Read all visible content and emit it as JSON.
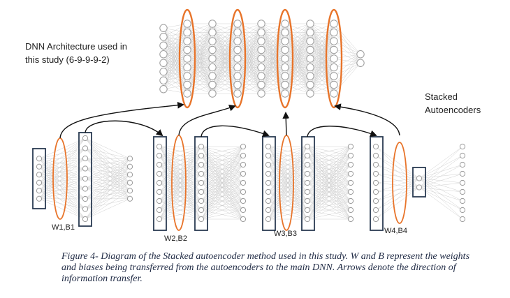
{
  "diagram": {
    "title_line1": "DNN Architecture used in",
    "title_line2": "this study (6-9-9-9-2)",
    "side_line1": "Stacked",
    "side_line2": "Autoencoders",
    "weight_labels": [
      "W1,B1",
      "W2,B2",
      "W3,B3",
      "W4,B4"
    ],
    "colors": {
      "highlight": "#e8742a",
      "box": "#2a3b52",
      "node": "#9a9a9a",
      "edge": "#c9c9c9",
      "arrow": "#111111"
    },
    "main_dnn_layers": [
      8,
      9,
      9,
      9,
      9,
      9,
      9,
      9,
      2
    ],
    "autoencoder_layers": [
      [
        6,
        9,
        6
      ],
      [
        9,
        9,
        9
      ],
      [
        9,
        9,
        9
      ],
      [
        9,
        2,
        9
      ]
    ]
  },
  "caption": "Figure 4- Diagram of the Stacked autoencoder method used in this study. W and B represent the weights and biases being transferred from the autoencoders to the main DNN. Arrows denote the direction of information transfer."
}
